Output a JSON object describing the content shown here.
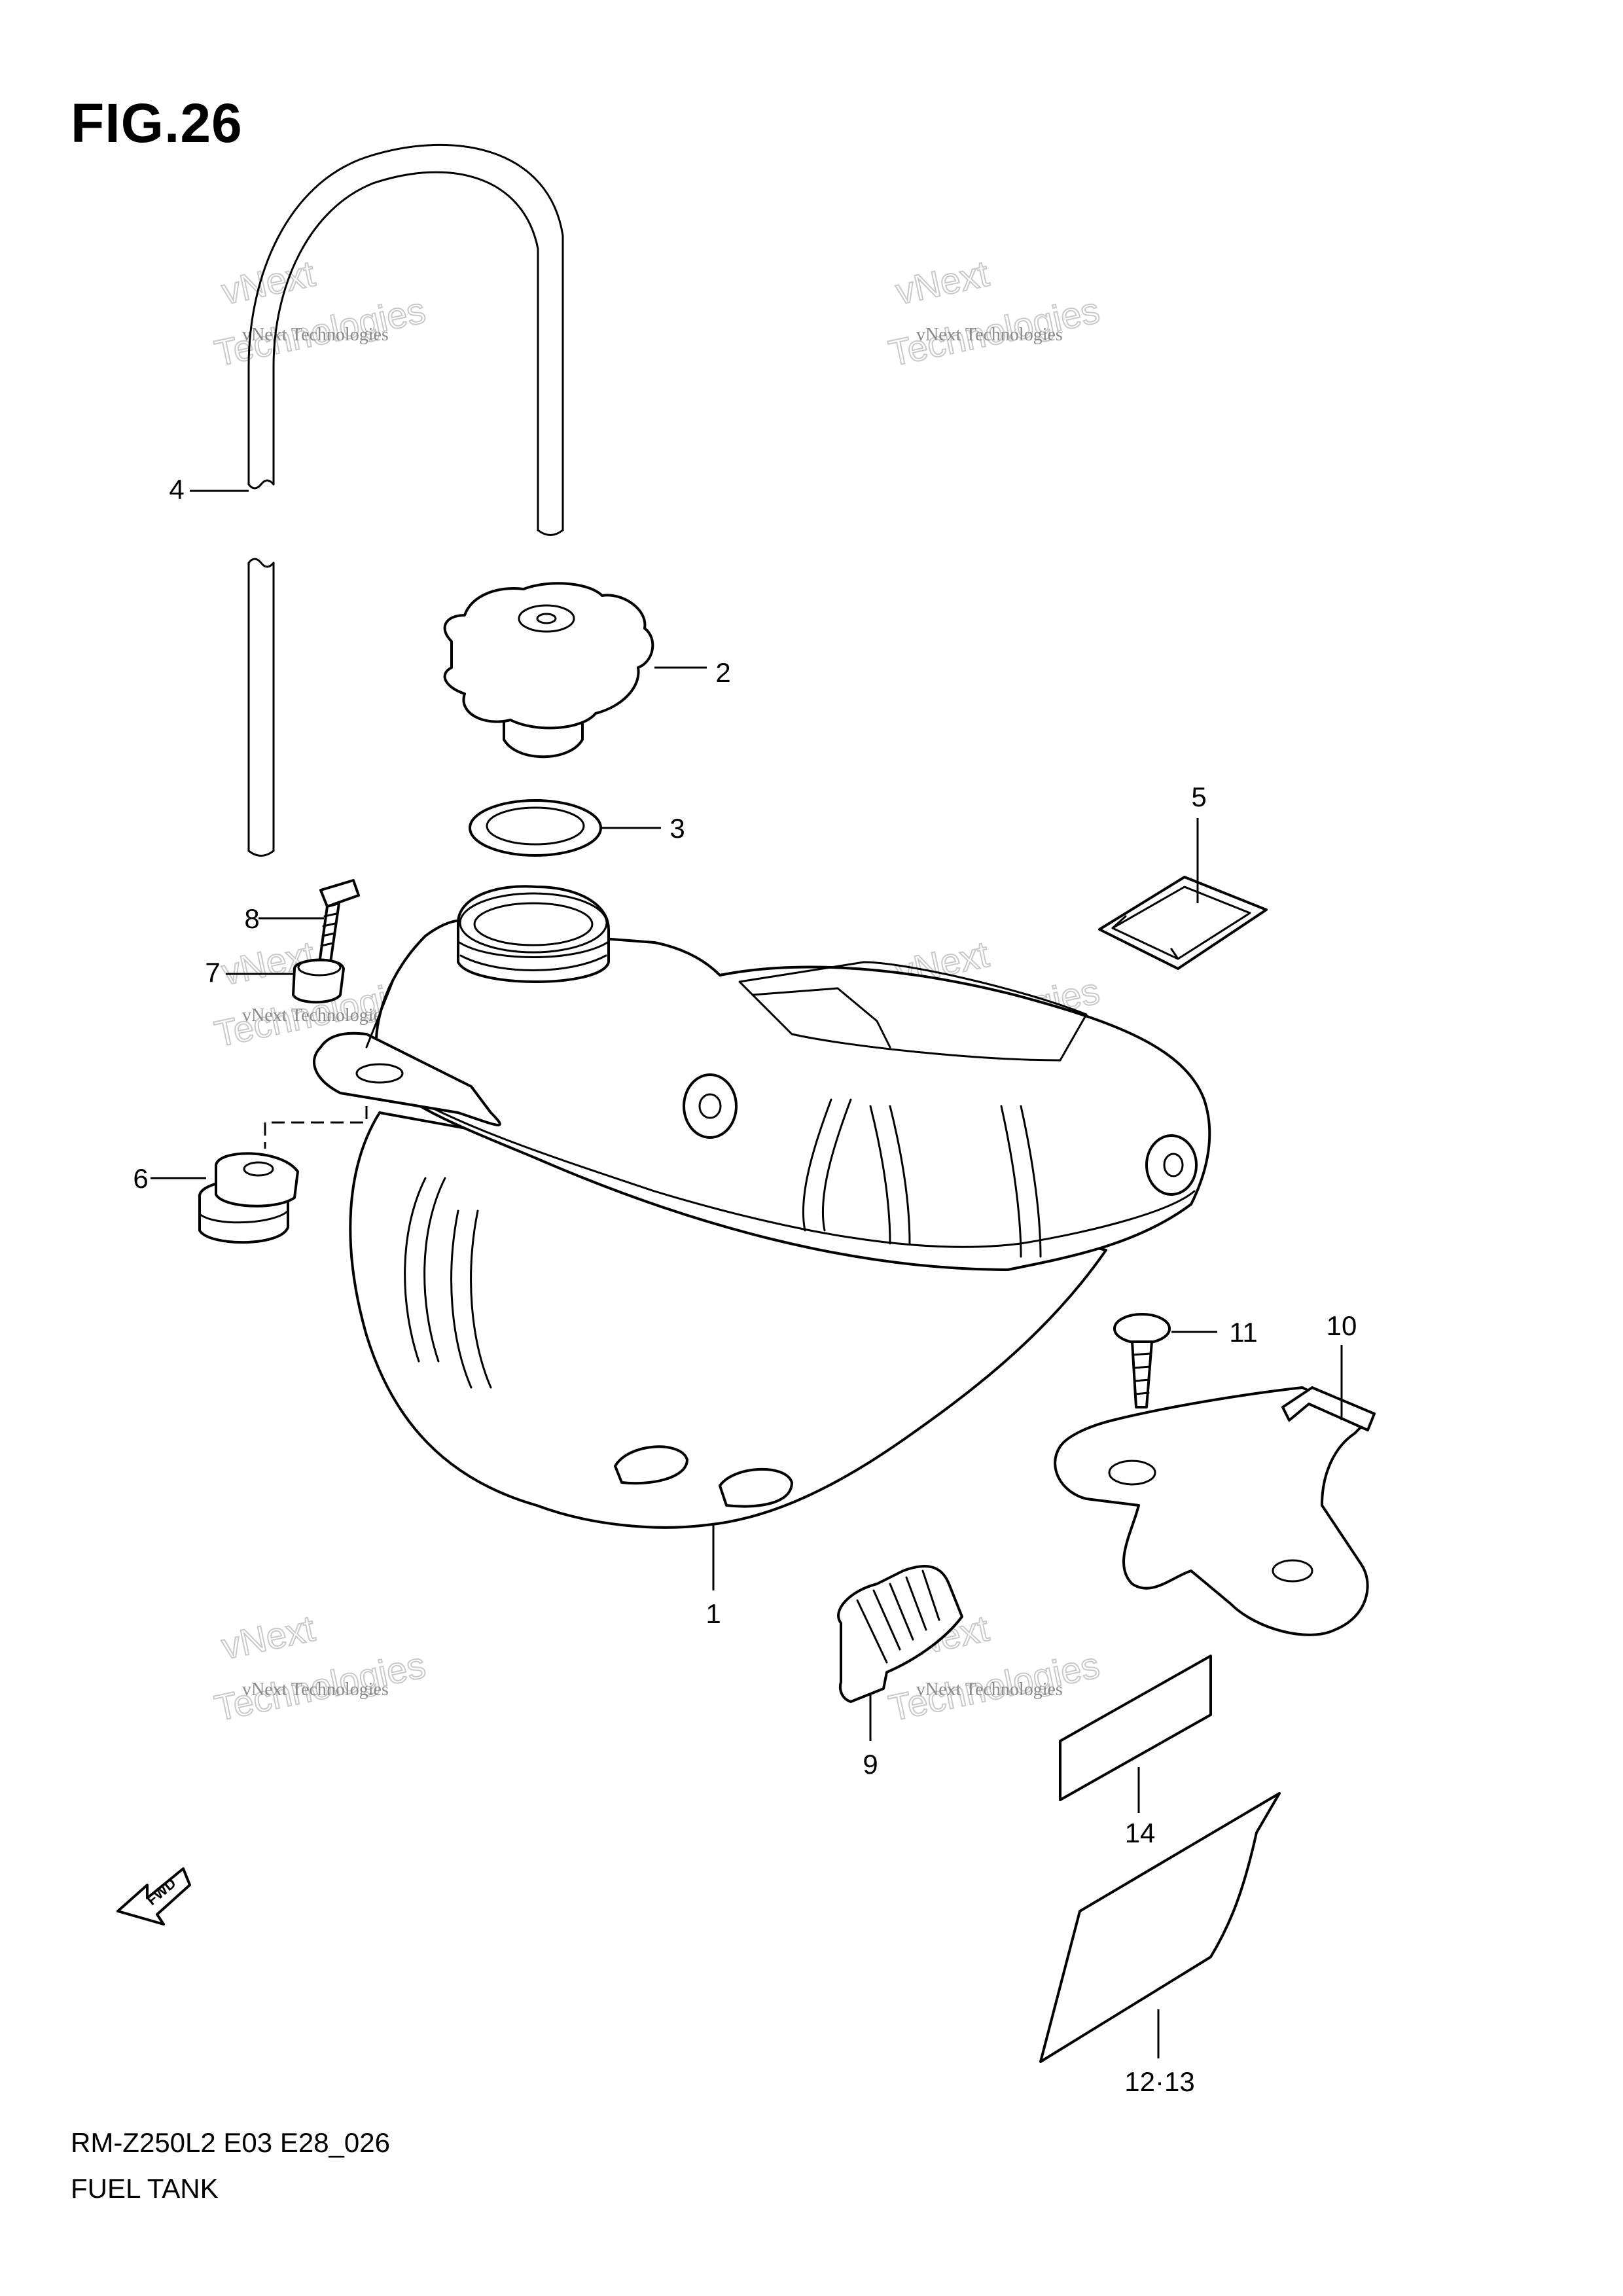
{
  "figure": {
    "title": "FIG.26",
    "model_code": "RM-Z250L2 E03 E28_026",
    "section_name": "FUEL TANK"
  },
  "callouts": [
    "1",
    "2",
    "3",
    "4",
    "5",
    "6",
    "7",
    "8",
    "9",
    "10",
    "11",
    "14",
    "12·13"
  ],
  "fwd_label": "FWD",
  "watermark": {
    "small": "vNext Technologies",
    "big_line1": "vNext",
    "big_line2": "Technologies"
  }
}
